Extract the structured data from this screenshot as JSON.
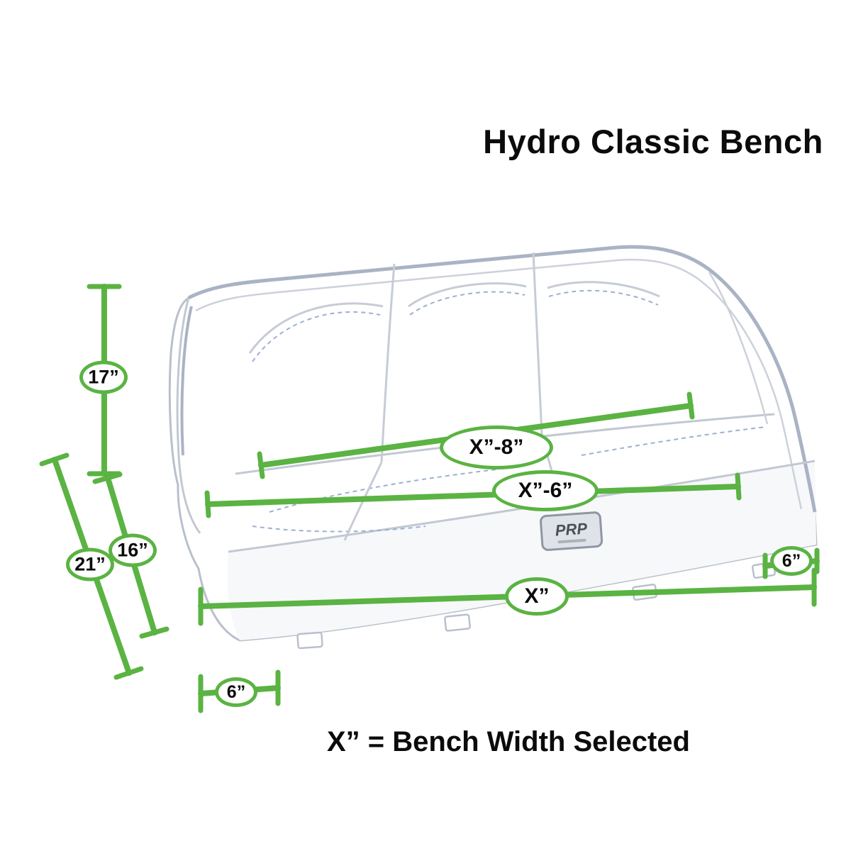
{
  "title": "Hydro Classic Bench",
  "footnote": "X” = Bench Width Selected",
  "badge": {
    "label": "PRP"
  },
  "colors": {
    "dimension_green": "#5ab342",
    "piping_gray": "#aab3c4",
    "stitch_blue": "#9db0d0",
    "upholstery": "#ffffff"
  },
  "dimensions": {
    "back_height": "17”",
    "overall_height": "21”",
    "seat_height": "16”",
    "seat_back_width": "X”-8”",
    "seat_front_width": "X”-6”",
    "overall_width": "X”",
    "right_base_depth": "6”",
    "left_base_depth": "6”"
  }
}
